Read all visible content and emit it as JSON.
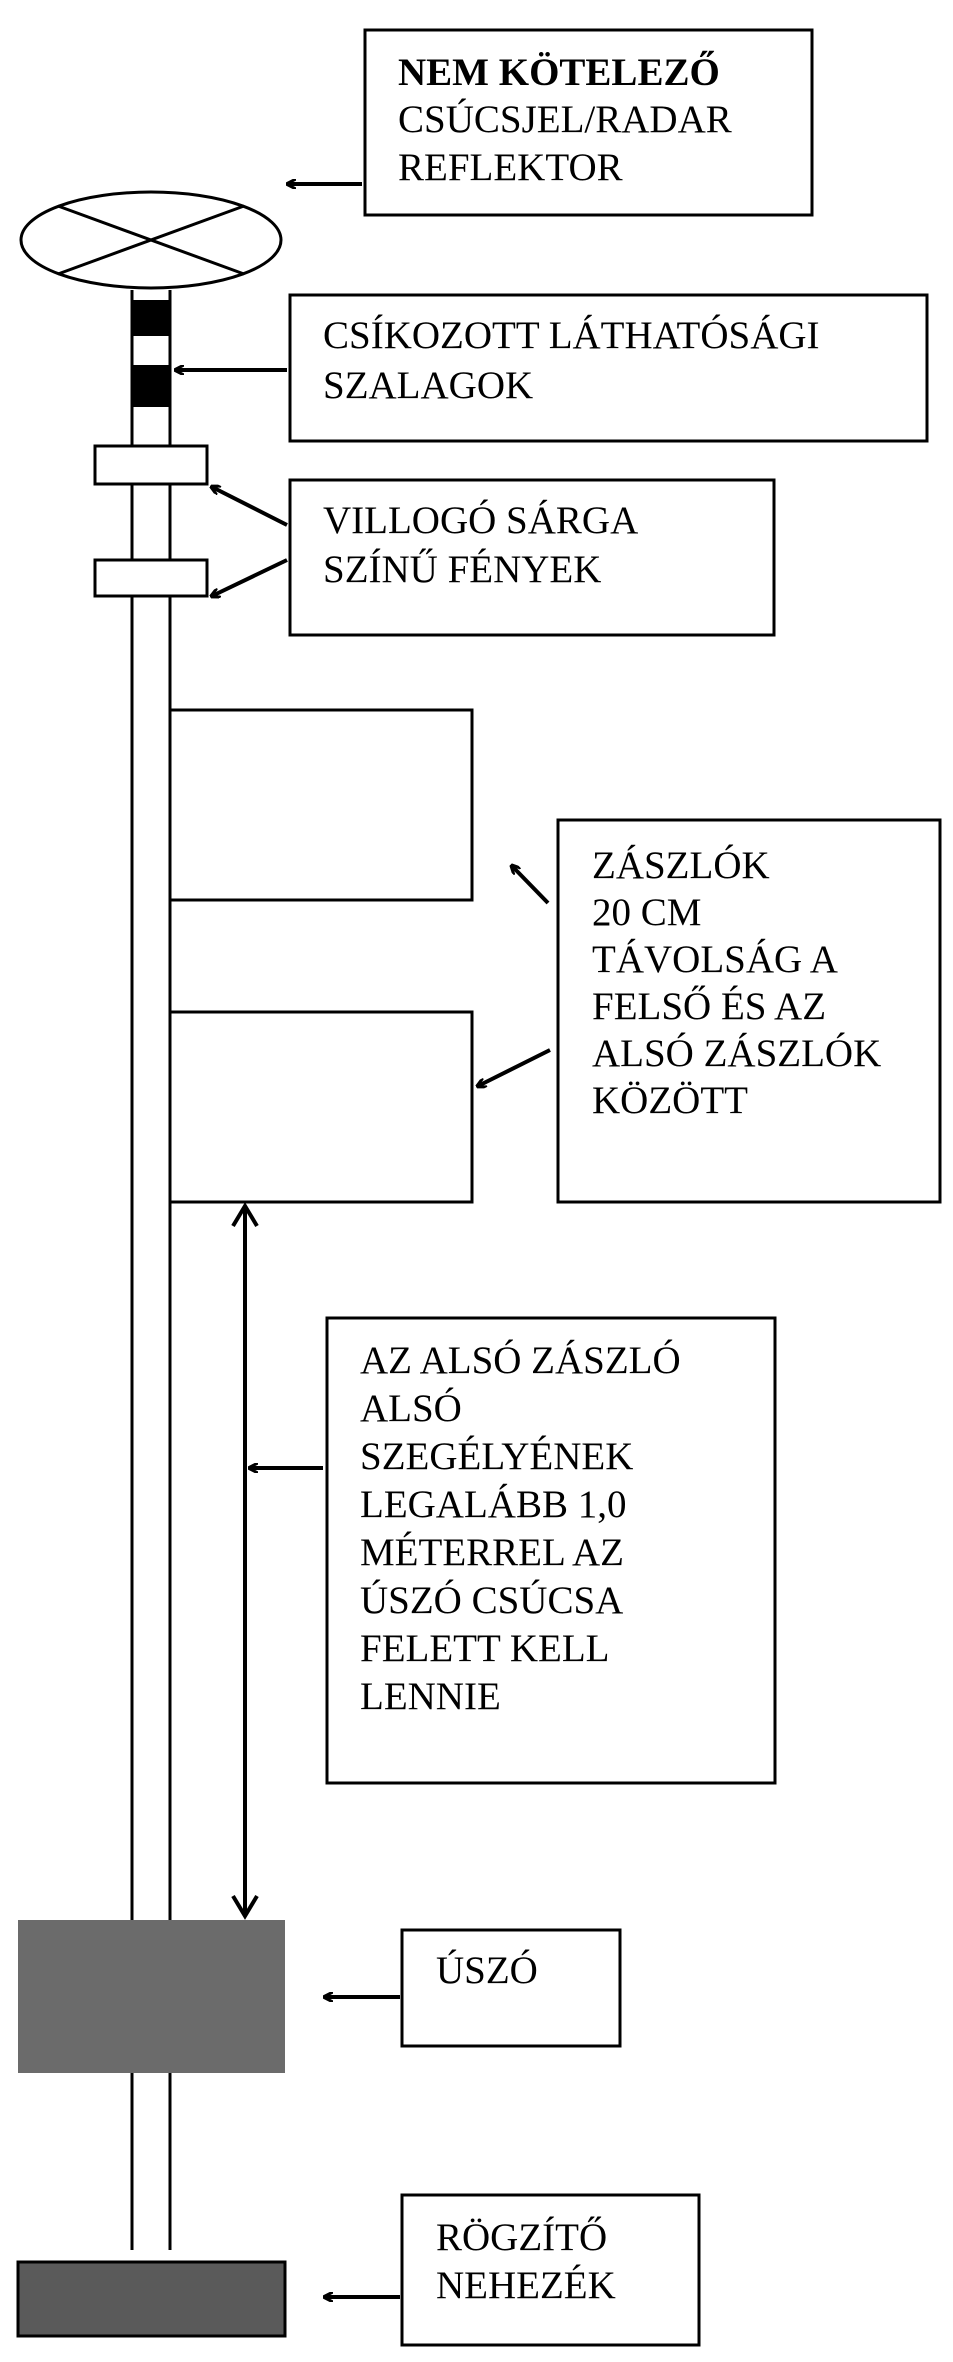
{
  "labels": {
    "reflector": {
      "line1": "NEM KÖTELEZŐ",
      "line2": "CSÚCSJEL/RADAR",
      "line3": "REFLEKTOR"
    },
    "bands": {
      "line1": "CSÍKOZOTT LÁTHATÓSÁGI",
      "line2": "SZALAGOK"
    },
    "lights": {
      "line1": "VILLOGÓ SÁRGA",
      "line2": "SZÍNŰ FÉNYEK"
    },
    "flags": {
      "line1": "ZÁSZLÓK",
      "line2": "20 CM",
      "line3": "TÁVOLSÁG A",
      "line4": "FELSŐ ÉS AZ",
      "line5": "ALSÓ ZÁSZLÓK",
      "line6": "KÖZÖTT"
    },
    "clearance": {
      "line1": "AZ ALSÓ ZÁSZLÓ",
      "line2": "ALSÓ",
      "line3": "SZEGÉLYÉNEK",
      "line4": "LEGALÁBB 1,0",
      "line5": "MÉTERREL AZ",
      "line6": "ÚSZÓ CSÚCSA",
      "line7": "FELETT KELL",
      "line8": "LENNIE"
    },
    "float": {
      "line1": "ÚSZÓ"
    },
    "anchor": {
      "line1": "RÖGZÍTŐ",
      "line2": "NEHEZÉK"
    }
  },
  "colors": {
    "float_fill": "#6b6b6b",
    "anchor_fill": "#5a5a5a",
    "band_fill": "#000000"
  }
}
